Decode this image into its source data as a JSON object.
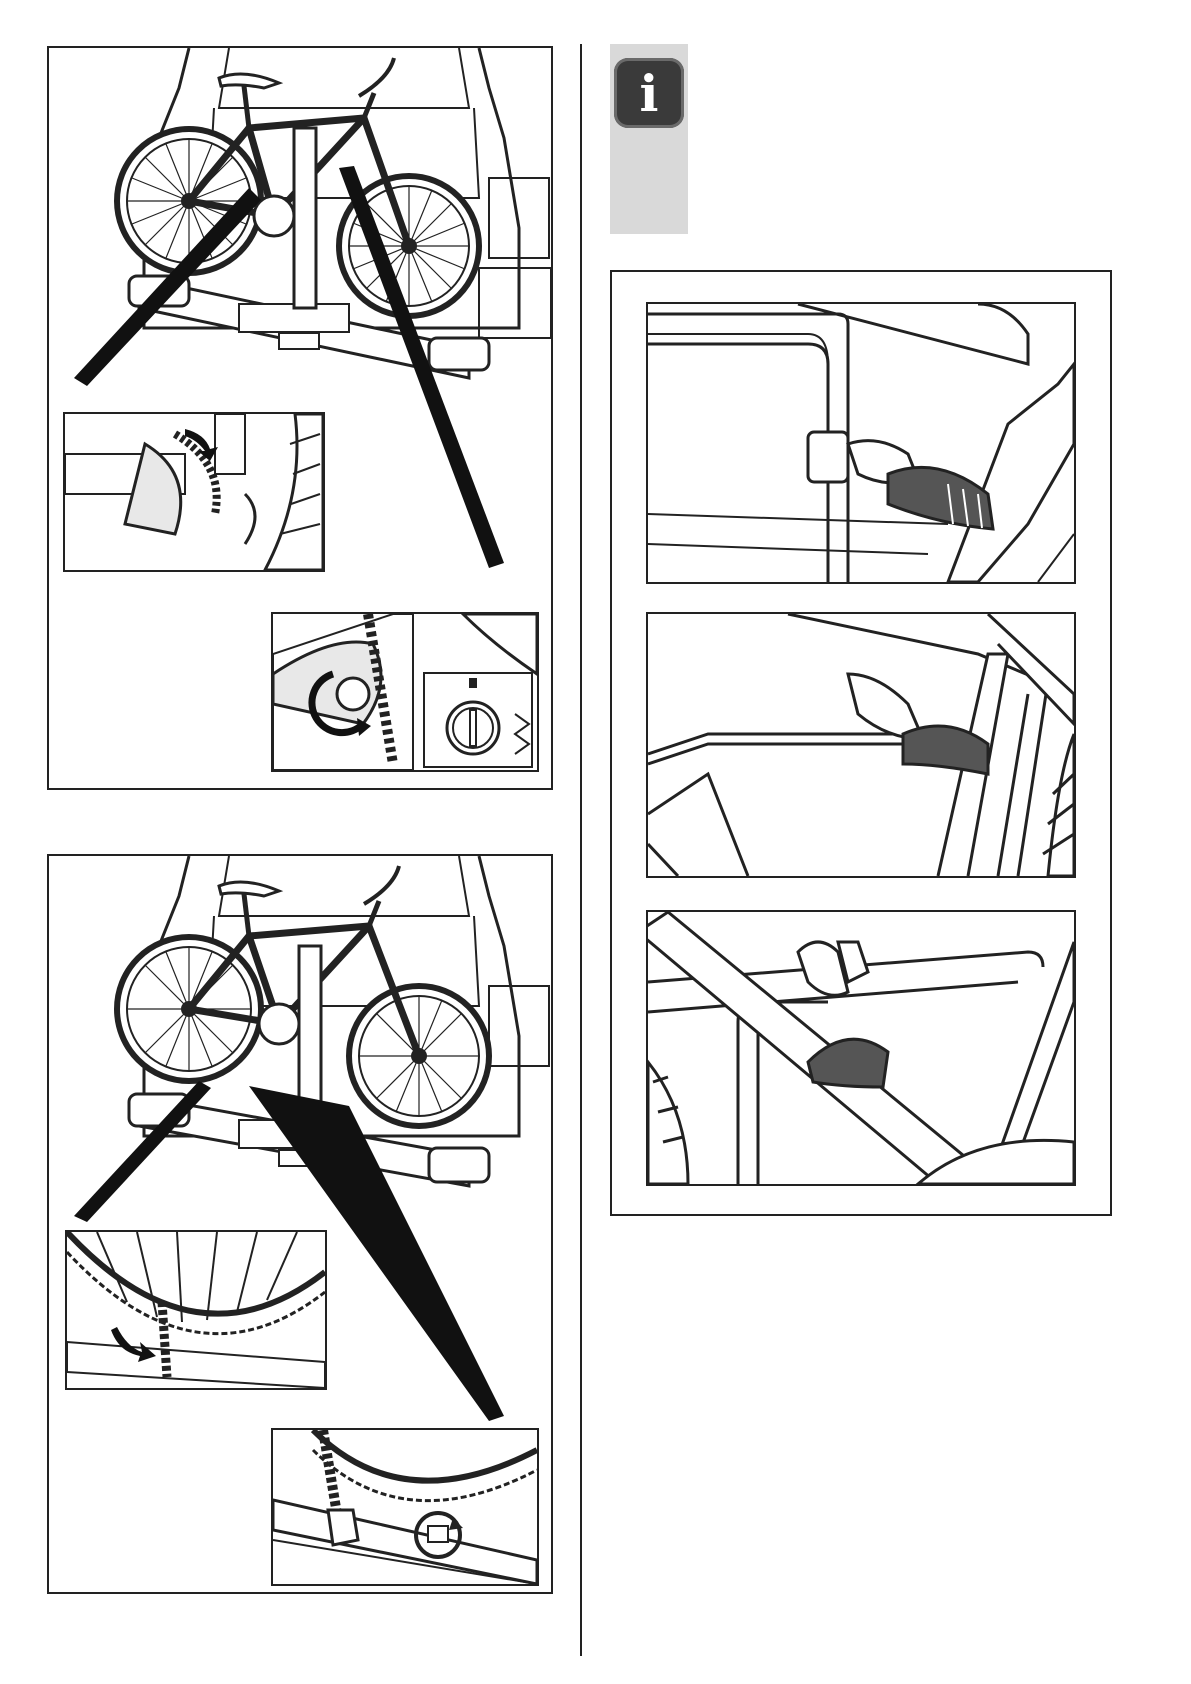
{
  "info_note": {
    "icon": "info-icon",
    "glyph": "i",
    "strip_color": "#d9d9d9",
    "badge_color": "#3a3a3a"
  },
  "figures": [
    {
      "id": "fig-top-left",
      "depicts": "bicycle-on-rear-carrier-arm-clamp"
    },
    {
      "id": "fig-bottom-left",
      "depicts": "bicycle-on-rear-carrier-wheel-straps"
    },
    {
      "id": "fig-right",
      "depicts": "frame-clamp-positions"
    }
  ],
  "line_color": "#222222"
}
